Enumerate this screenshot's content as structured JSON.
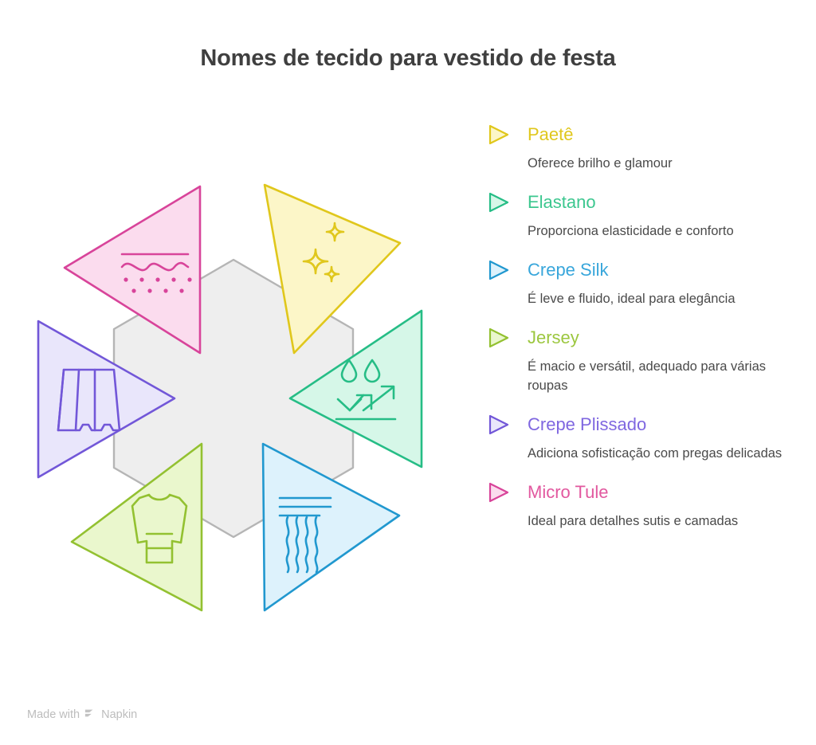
{
  "page": {
    "title": "Nomes de tecido para vestido de festa",
    "background_color": "#ffffff",
    "title_color": "#3f3f3f"
  },
  "diagram": {
    "type": "hexagon-radial",
    "center_shape": "hexagon",
    "center_fill": "#eeeeee",
    "center_stroke": "#b5b5b5",
    "segment_count": 6,
    "segment_shape": "triangle"
  },
  "chart_data": {
    "type": "pie",
    "title": "Nomes de tecido para vestido de festa",
    "categories": [
      "Paetê",
      "Elastano",
      "Crepe Silk",
      "Jersey",
      "Crepe Plissado",
      "Micro Tule"
    ],
    "values": [
      1,
      1,
      1,
      1,
      1,
      1
    ],
    "legend_position": "right",
    "grid": false
  },
  "items": [
    {
      "label": "Paetê",
      "description": "Oferece brilho e glamour",
      "stroke": "#e0c71c",
      "fill": "#fcf6c8",
      "icon": "sparkles-icon",
      "position": "top-right"
    },
    {
      "label": "Elastano",
      "description": "Proporciona elasticidade e conforto",
      "stroke": "#26bd86",
      "fill": "#d6f7e8",
      "icon": "water-repellent-stretch-icon",
      "position": "right"
    },
    {
      "label": "Crepe Silk",
      "description": "É leve e fluido, ideal para elegância",
      "stroke": "#2198cf",
      "fill": "#ddf2fc",
      "icon": "flowing-drape-icon",
      "position": "bottom-right"
    },
    {
      "label": "Jersey",
      "description": "É macio e versátil, adequado para várias roupas",
      "stroke": "#93c131",
      "fill": "#eaf7cd",
      "icon": "long-sleeve-shirt-icon",
      "position": "bottom-left"
    },
    {
      "label": "Crepe Plissado",
      "description": "Adiciona sofisticação com pregas delicadas",
      "stroke": "#7257d8",
      "fill": "#e9e6fb",
      "icon": "pleated-skirt-icon",
      "position": "left"
    },
    {
      "label": "Micro Tule",
      "description": "Ideal para detalhes sutis e camadas",
      "stroke": "#d8449a",
      "fill": "#fbdcee",
      "icon": "mesh-tulle-icon",
      "position": "top-left"
    }
  ],
  "footer": {
    "made_with": "Made with",
    "brand": "Napkin"
  }
}
